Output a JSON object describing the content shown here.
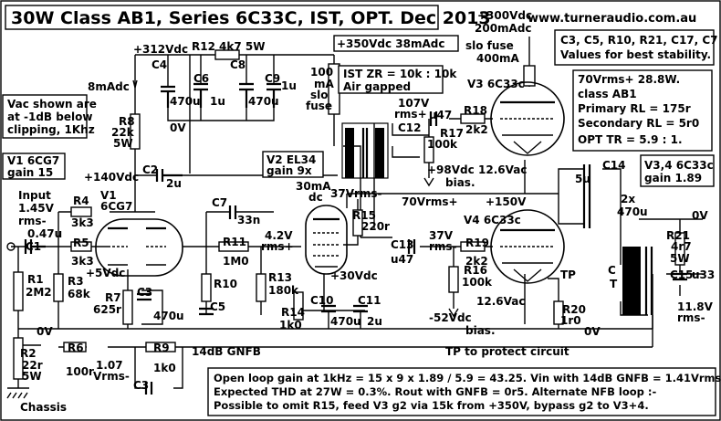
{
  "title": "30W Class AB1, Series 6C33C, IST, OPT. Dec 2013",
  "website": "www.turneraudio.com.au",
  "supply_top": {
    "hv": "+300Vdc",
    "current": "200mAdc"
  },
  "stability_note": [
    "C3, C5, R10, R21, C17, C7",
    "Values for best stability."
  ],
  "rail_312": "+312Vdc",
  "rail_350": "+350Vdc  38mAdc",
  "r12": "R12",
  "r12_val": "4k7 5W",
  "slo_fuse_top": [
    "slo fuse",
    "400mA"
  ],
  "fuse_100": [
    "100",
    "mA",
    "slo",
    "fuse"
  ],
  "ma8": "8mAdc",
  "c4": {
    "name": "C4",
    "val": "470u"
  },
  "c6": {
    "name": "C6",
    "val": "1u"
  },
  "c8": {
    "name": "C8",
    "val": "470u"
  },
  "c9": {
    "name": "C9",
    "val": "1u"
  },
  "zero_v_mid": "0V",
  "ist_note": [
    "IST ZR = 10k : 10k",
    "Air gapped"
  ],
  "v3_label": "V3 6C33c",
  "vac_note": [
    "Vac shown are",
    "at -1dB below",
    "clipping, 1Khz"
  ],
  "r8": {
    "name": "R8",
    "val": "22k",
    "val2": "5W"
  },
  "out_note": [
    "70Vrms+  28.8W.",
    "class AB1",
    "Primary RL = 175r",
    "Secondary RL = 5r0",
    "OPT  TR = 5.9 : 1."
  ],
  "v1_box": [
    "V1 6CG7",
    "gain 15"
  ],
  "v140": "+140Vdc",
  "c2": {
    "name": "C2",
    "val": "2u"
  },
  "v107": [
    "107V",
    "rms+"
  ],
  "c12": {
    "name": "C12",
    "val": "u47"
  },
  "r18": {
    "name": "R18",
    "val": "2k2"
  },
  "r17": {
    "name": "R17",
    "val": "100k"
  },
  "bias98": [
    "+98Vdc",
    "bias."
  ],
  "vac126_top": "12.6Vac",
  "v2_box": [
    "V2 EL34",
    "gain 9x"
  ],
  "ma30": [
    "30mA",
    "dc"
  ],
  "v37": "37Vrms-",
  "c14": "C14",
  "v34_box": [
    "V3,4 6C33c",
    "gain 1.89"
  ],
  "input": [
    "Input",
    "1.45V",
    "rms-"
  ],
  "c1": {
    "name": "C1",
    "val": "0.47u"
  },
  "r4": {
    "name": "R4",
    "val": "3k3"
  },
  "r5": {
    "name": "R5",
    "val": "3k3"
  },
  "v1_tube": [
    "V1",
    "6CG7"
  ],
  "c7": {
    "name": "C7",
    "val": "33n"
  },
  "r15": {
    "name": "R15",
    "val": "220r"
  },
  "v70_mid": "70Vrms+",
  "v150": "+150V",
  "cap_2x": [
    "5u",
    "2x",
    "470u"
  ],
  "zero_v_right": "0V",
  "v4_label": "V4 6C33c",
  "v42": [
    "4.2V",
    "rms+"
  ],
  "r11": {
    "name": "R11",
    "val": "1M0"
  },
  "c13": {
    "name": "C13",
    "val": "u47"
  },
  "v37b": [
    "37V",
    "rms-"
  ],
  "r19": {
    "name": "R19",
    "val": "2k2"
  },
  "r21": {
    "name": "R21",
    "val": "4r7",
    "val2": "5W"
  },
  "ct": [
    "C",
    "T"
  ],
  "v5": "+5Vdc",
  "r1": {
    "name": "R1",
    "val": "2M2"
  },
  "r3": {
    "name": "R3",
    "val": "68k"
  },
  "r7": {
    "name": "R7",
    "val": "625r"
  },
  "c3a": {
    "name": "C3",
    "val": "470u"
  },
  "r10": "R10",
  "r13": {
    "name": "R13",
    "val": "180k"
  },
  "v30": "+30Vdc",
  "r16": {
    "name": "R16",
    "val": "100k"
  },
  "tp": "TP",
  "c15": {
    "name": "C15",
    "val": "u33"
  },
  "c5": "C5",
  "r14": {
    "name": "R14",
    "val": "1k0"
  },
  "c10": {
    "name": "C10",
    "val": "470u"
  },
  "c11": {
    "name": "C11",
    "val": "2u"
  },
  "vac126_bot": "12.6Vac",
  "r20": {
    "name": "R20",
    "val": "1r0"
  },
  "v118": [
    "11.8V",
    "rms-"
  ],
  "bias52": [
    "-52Vdc",
    "bias."
  ],
  "zero_v_left": "0V",
  "zero_v_bot": "0V",
  "tp_note": "TP to protect circuit",
  "r2": {
    "name": "R2",
    "val": "22r",
    "val2": "5W"
  },
  "r6": {
    "name": "R6",
    "val": "100r"
  },
  "r9": {
    "name": "R9",
    "val": "1k0"
  },
  "c3b": "C3",
  "gnfb": "14dB GNFB",
  "v107b": [
    "1.07",
    "Vrms-"
  ],
  "chassis": "Chassis",
  "notes": [
    "Open loop gain at 1kHz = 15 x 9 x 1.89 / 5.9 = 43.25. Vin with 14dB GNFB = 1.41Vrms-.",
    "Expected THD at 27W = 0.3%.  Rout with GNFB = 0r5.  Alternate NFB loop :-",
    "Possible to omit R15, feed V3 g2 via 15k from +350V, bypass g2 to V3+4."
  ]
}
